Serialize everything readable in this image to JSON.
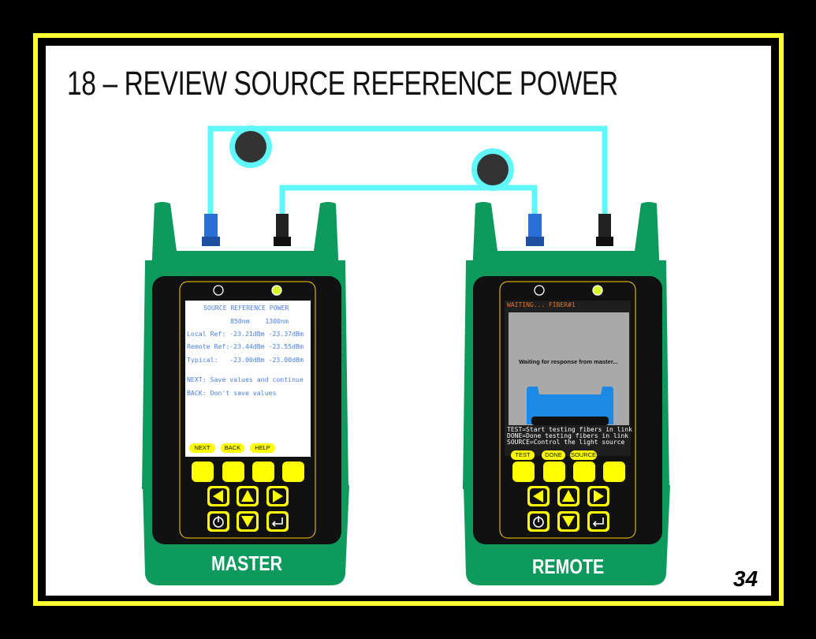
{
  "title": "18 – REVIEW SOURCE REFERENCE POWER",
  "page_number": "34",
  "colors": {
    "frame": "#ffff33",
    "device_green": "#0e9a5c",
    "fiber": "#5ff7f7",
    "screen_text_blue": "#4a7fe0",
    "remote_header_orange": "#e0742a",
    "key_yellow": "#ffff00"
  },
  "master": {
    "label": "MASTER",
    "screen": {
      "heading": "SOURCE REFERENCE POWER",
      "wavelengths": "850nm    1300nm",
      "local_ref": "Local Ref: -23.21dBm -23.37dBm",
      "remote_ref": "Remote Ref:-23.44dBm -23.55dBm",
      "typical": "Typical:   -23.00dBm -23.00dBm",
      "next_hint": "NEXT: Save values and continue",
      "back_hint": "BACK: Don't save values"
    },
    "softkeys": [
      "NEXT",
      "BACK",
      "HELP"
    ]
  },
  "remote": {
    "label": "REMOTE",
    "screen": {
      "header": "WAITING... FIBER#1",
      "message": "Waiting for response from master...",
      "help_test": "TEST=Start testing fibers in link",
      "help_done": "DONE=Done testing fibers in link",
      "help_source": "SOURCE=Control the light source"
    },
    "softkeys": [
      "TEST",
      "DONE",
      "SOURCE"
    ]
  }
}
